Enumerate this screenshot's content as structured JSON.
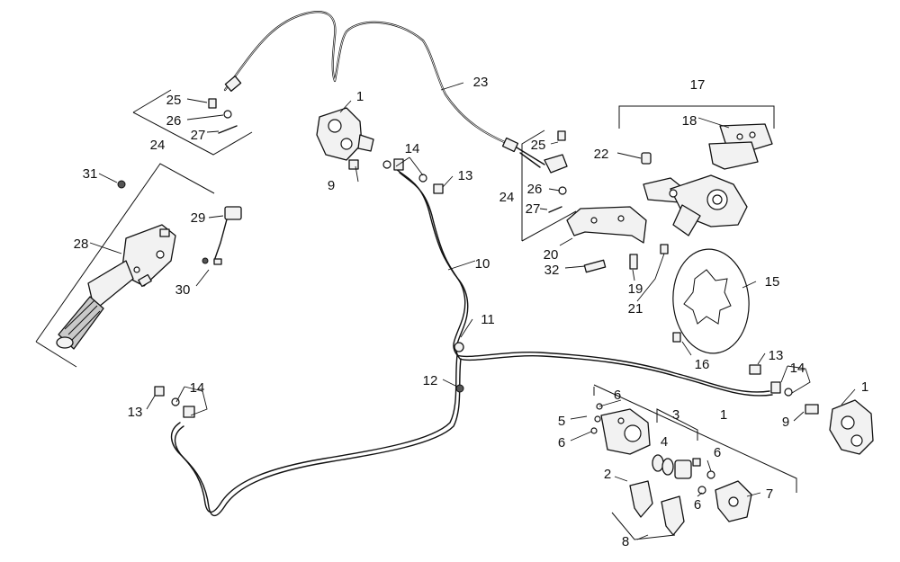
{
  "diagram": {
    "callouts": {
      "c1a": "1",
      "c1b": "1",
      "c1c": "1",
      "c2": "2",
      "c3": "3",
      "c4": "4",
      "c5": "5",
      "c6a": "6",
      "c6b": "6",
      "c6c": "6",
      "c6d": "6",
      "c7": "7",
      "c8": "8",
      "c9a": "9",
      "c9b": "9",
      "c10": "10",
      "c11": "11",
      "c12": "12",
      "c13a": "13",
      "c13b": "13",
      "c13c": "13",
      "c14a": "14",
      "c14b": "14",
      "c14c": "14",
      "c15": "15",
      "c16": "16",
      "c17": "17",
      "c18": "18",
      "c19": "19",
      "c20": "20",
      "c21": "21",
      "c22": "22",
      "c23": "23",
      "c24a": "24",
      "c24b": "24",
      "c25a": "25",
      "c25b": "25",
      "c26a": "26",
      "c26b": "26",
      "c27a": "27",
      "c27b": "27",
      "c28": "28",
      "c29": "29",
      "c30": "30",
      "c31": "31",
      "c32": "32"
    }
  }
}
